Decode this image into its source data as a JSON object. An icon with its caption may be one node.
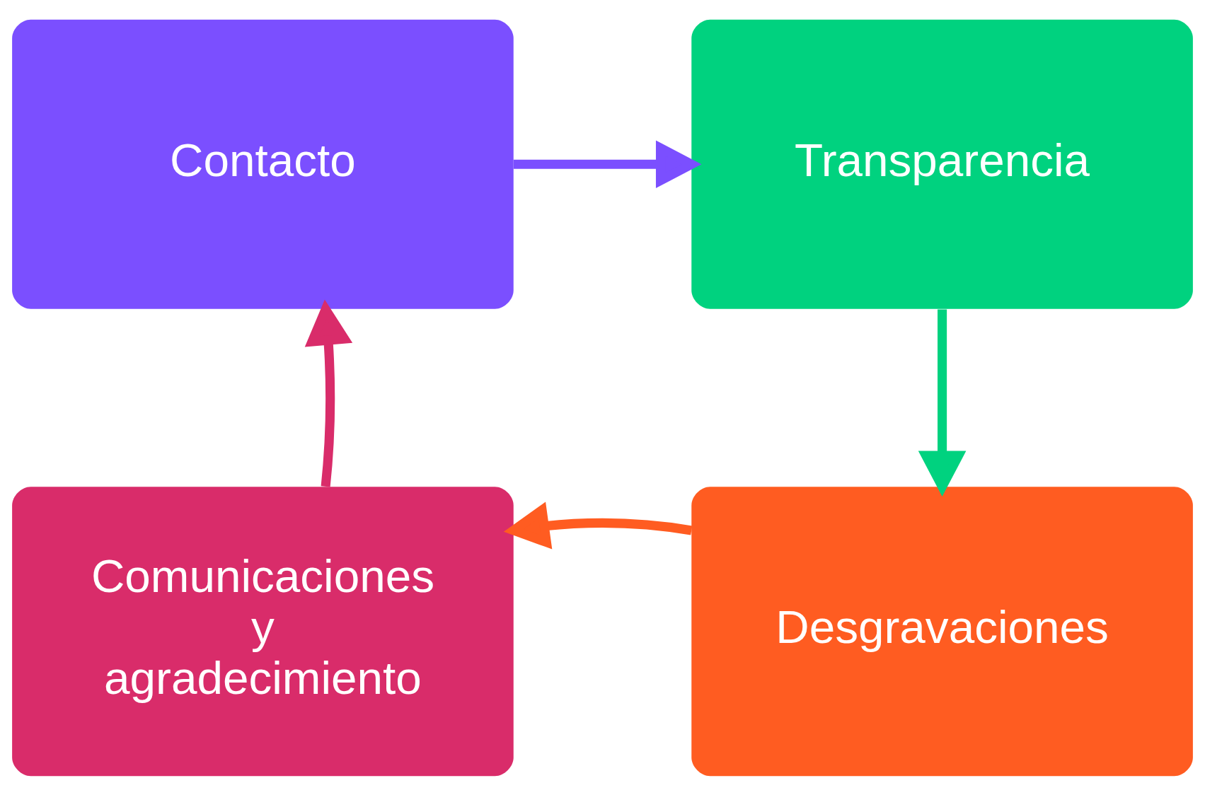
{
  "diagram": {
    "nodes": [
      {
        "text": [
          "Contacto"
        ]
      },
      {
        "text": [
          "Transparencia"
        ]
      },
      {
        "text": [
          "Desgravaciones"
        ]
      },
      {
        "text": [
          "Comunicaciones y agradecimiento"
        ]
      }
    ],
    "edges": [
      {
        "from": 0,
        "to": 1,
        "arrow": "to",
        "color": "#7b4fff"
      },
      {
        "from": 1,
        "to": 2,
        "arrow": "to",
        "color": "#00d27f"
      },
      {
        "from": 2,
        "to": 3,
        "arrow": "to",
        "color": "#ff5c21"
      },
      {
        "from": 3,
        "to": 0,
        "arrow": "to",
        "color": "#d92c6a"
      }
    ]
  }
}
